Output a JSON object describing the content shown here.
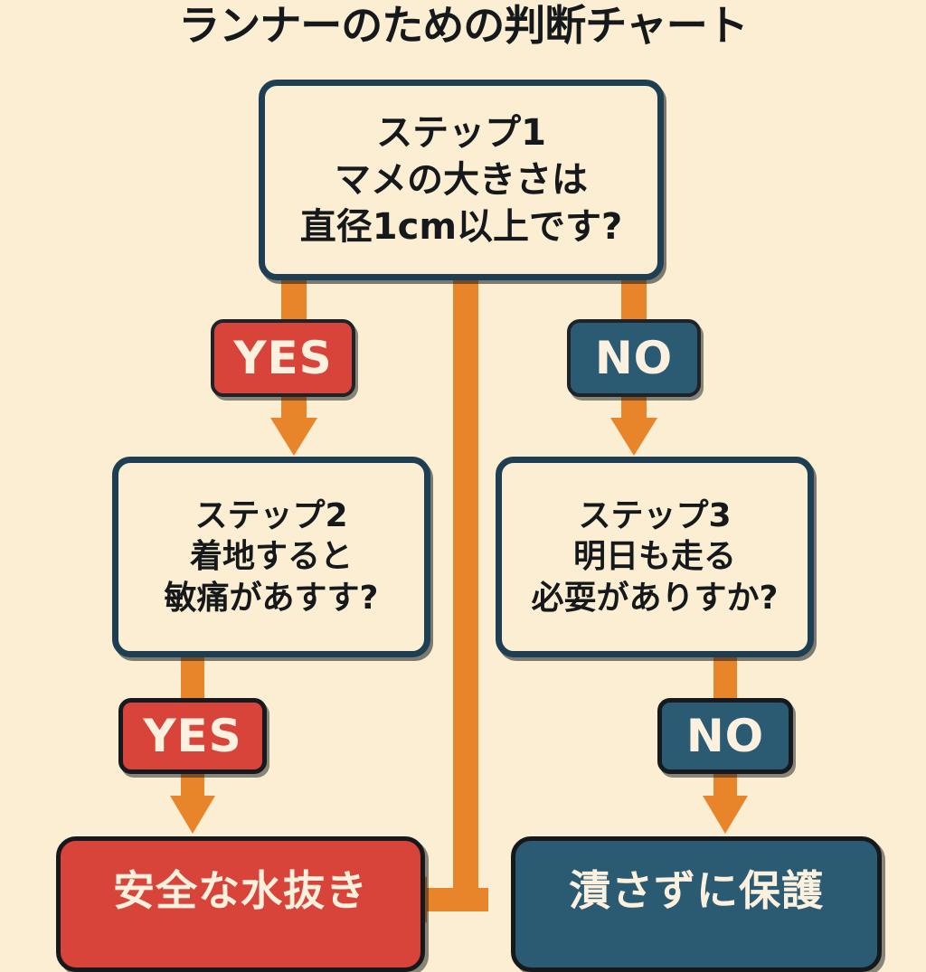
{
  "title": "ランナーのための判断チャート",
  "colors": {
    "background": "#fbeed2",
    "box_border": "#1d3e53",
    "connector": "#e8842a",
    "yes_red": "#d9443a",
    "no_blue": "#2b5a73",
    "text_dark": "#15191c",
    "text_light": "#fbf1de"
  },
  "nodes": {
    "step1": {
      "line1": "ステップ1",
      "line2": "マメの大きさは",
      "line3": "直径1cm以上です?"
    },
    "step2": {
      "line1": "ステップ2",
      "line2": "着地すると",
      "line3": "敏痛があすす?"
    },
    "step3": {
      "line1": "ステップ3",
      "line2": "明日も走る",
      "line3": "必耍がありすか?"
    }
  },
  "badges": {
    "yes1": "YES",
    "no1": "NO",
    "yes2": "YES",
    "no2": "NO"
  },
  "results": {
    "drain": "安全な水抜き",
    "protect": "漬さずに保護"
  },
  "chart_data": {
    "type": "flowchart",
    "title": "ランナーのための判断チャート",
    "orientation": "top-down",
    "nodes": [
      {
        "id": "step1",
        "kind": "decision",
        "text": "ステップ1 マメの大きさは 直径1cm以上です?"
      },
      {
        "id": "step2",
        "kind": "decision",
        "text": "ステップ2 着地すると 敏痛があすす?"
      },
      {
        "id": "step3",
        "kind": "decision",
        "text": "ステップ3 明日も走る 必耍がありすか?"
      },
      {
        "id": "drain",
        "kind": "result",
        "text": "安全な水抜き",
        "color": "#d9443a"
      },
      {
        "id": "protect",
        "kind": "result",
        "text": "漬さずに保護",
        "color": "#2b5a73"
      }
    ],
    "edges": [
      {
        "from": "step1",
        "to": "step2",
        "label": "YES",
        "label_color": "#d9443a"
      },
      {
        "from": "step1",
        "to": "step3",
        "label": "NO",
        "label_color": "#2b5a73"
      },
      {
        "from": "step1",
        "to": "drain",
        "label": "",
        "label_color": ""
      },
      {
        "from": "step2",
        "to": "drain",
        "label": "YES",
        "label_color": "#d9443a"
      },
      {
        "from": "step3",
        "to": "protect",
        "label": "NO",
        "label_color": "#2b5a73"
      }
    ]
  }
}
